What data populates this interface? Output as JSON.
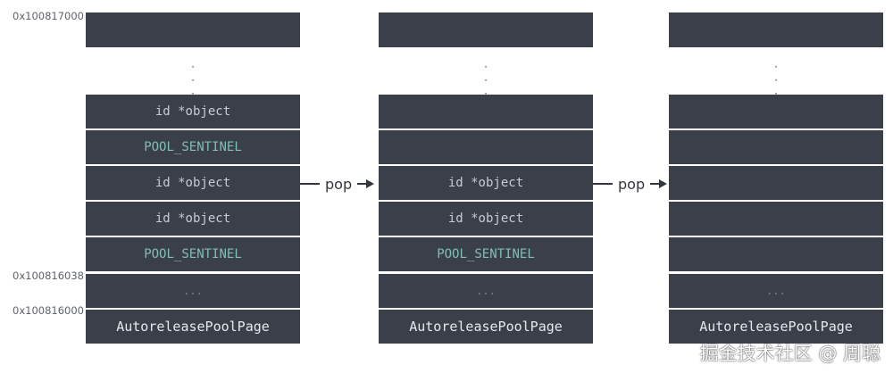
{
  "addresses": {
    "top": "0x100817000",
    "mid": "0x100816038",
    "bottom": "0x100816000"
  },
  "columns": [
    {
      "cells": [
        "id *object",
        "POOL_SENTINEL",
        "id *object",
        "id *object",
        "POOL_SENTINEL",
        "...",
        "AutoreleasePoolPage"
      ],
      "kinds": [
        "object",
        "sentinel",
        "object",
        "object",
        "sentinel",
        "ellipsis",
        "page"
      ]
    },
    {
      "cells": [
        "",
        "",
        "id *object",
        "id *object",
        "POOL_SENTINEL",
        "...",
        "AutoreleasePoolPage"
      ],
      "kinds": [
        "empty",
        "empty",
        "object",
        "object",
        "sentinel",
        "ellipsis",
        "page"
      ]
    },
    {
      "cells": [
        "",
        "",
        "",
        "",
        "",
        "...",
        "AutoreleasePoolPage"
      ],
      "kinds": [
        "empty",
        "empty",
        "empty",
        "empty",
        "empty",
        "ellipsis",
        "page"
      ]
    }
  ],
  "arrows": [
    {
      "label": "pop"
    },
    {
      "label": "pop"
    }
  ],
  "colors": {
    "block": "#3a3f4a",
    "object_text": "#c8ccd2",
    "sentinel_text": "#7fbfb8"
  },
  "watermark": "掘金技术社区 @ 周聪"
}
